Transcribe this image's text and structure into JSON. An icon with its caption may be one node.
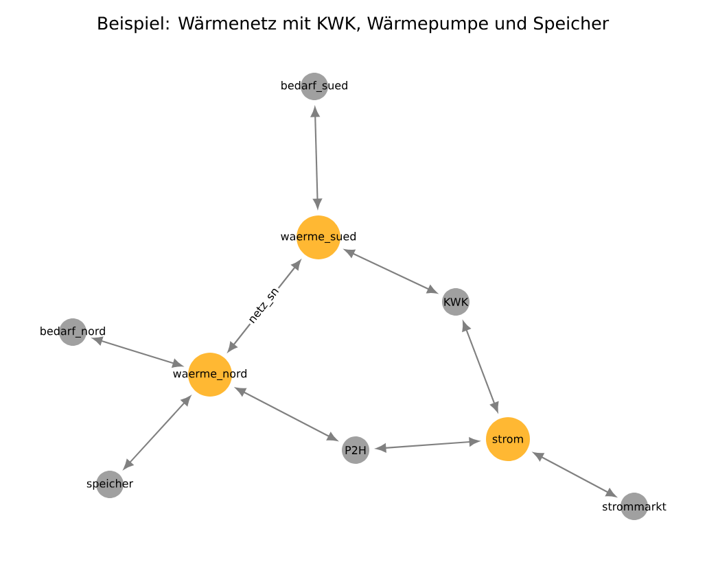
{
  "diagram": {
    "title": "Beispiel: Wärmenetz mit KWK, Wärmepumpe und Speicher",
    "nodes": [
      {
        "text": [
          "bedarf_sued"
        ]
      },
      {
        "text": [
          "waerme_sued"
        ]
      },
      {
        "text": [
          "KWK"
        ]
      },
      {
        "text": [
          "bedarf_nord"
        ]
      },
      {
        "text": [
          "waerme_nord"
        ]
      },
      {
        "text": [
          "P2H"
        ]
      },
      {
        "text": [
          "strom"
        ]
      },
      {
        "text": [
          "speicher"
        ]
      },
      {
        "text": [
          "strommarkt"
        ]
      }
    ],
    "edges": [
      {
        "from": 0,
        "to": 1,
        "arrow": "both"
      },
      {
        "from": 1,
        "to": 2,
        "arrow": "both"
      },
      {
        "from": 4,
        "to": 1,
        "arrow": "both",
        "label": "netz_sn"
      },
      {
        "from": 3,
        "to": 4,
        "arrow": "both"
      },
      {
        "from": 4,
        "to": 7,
        "arrow": "both"
      },
      {
        "from": 4,
        "to": 5,
        "arrow": "both"
      },
      {
        "from": 5,
        "to": 6,
        "arrow": "both"
      },
      {
        "from": 2,
        "to": 6,
        "arrow": "both"
      },
      {
        "from": 6,
        "to": 8,
        "arrow": "both"
      }
    ]
  }
}
